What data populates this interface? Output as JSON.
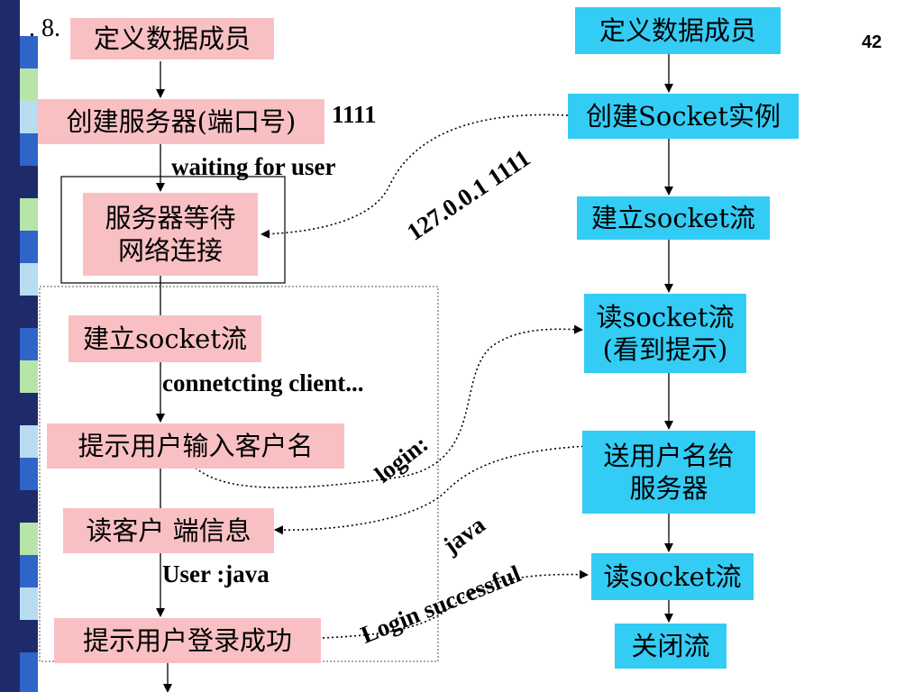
{
  "page_number": "42",
  "slide_prefix": ". 8.",
  "colors": {
    "server_box": "#f9c0c3",
    "client_box": "#33ccf5",
    "stripe_blue": "#2f64c9",
    "stripe_green": "#b7e4a9",
    "stripe_navy": "#1f2a6b",
    "stripe_sky": "#b8dcf0"
  },
  "server": {
    "define": "定义数据成员",
    "create": "创建服务器(端口号)",
    "wait_line1": "服务器等待",
    "wait_line2": "网络连接",
    "stream": "建立socket流",
    "prompt": "提示用户输入客户名",
    "read": "读客户 端信息",
    "success": "提示用户登录成功"
  },
  "client": {
    "define": "定义数据成员",
    "create": "创建Socket实例",
    "stream": "建立socket流",
    "read_line1": "读socket流",
    "read_line2": "(看到提示)",
    "send_line1": "送用户名给",
    "send_line2": "服务器",
    "read2": "读socket流",
    "close": "关闭流"
  },
  "labels": {
    "port": "1111",
    "waiting": "waiting for user",
    "address": "127.0.0.1  1111",
    "connecting": "connetcting client...",
    "login": "login:",
    "java": "java",
    "user": "User :java",
    "login_success": "Login successful"
  }
}
